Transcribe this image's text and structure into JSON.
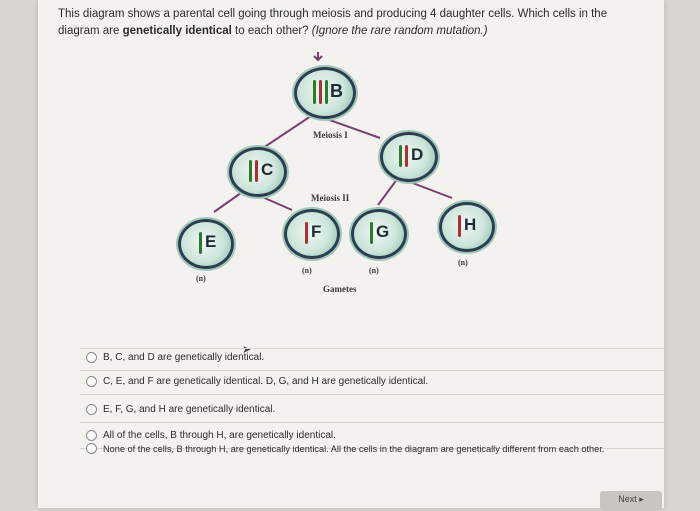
{
  "question": {
    "text": "This diagram shows a parental cell going through meiosis and producing 4 daughter cells. Which cells in the diagram are ",
    "emphasis": "genetically identical",
    "text_end": " to each other? ",
    "note": "(Ignore the rare random mutation.)"
  },
  "diagram": {
    "cells": {
      "B": "B",
      "C": "C",
      "D": "D",
      "E": "E",
      "F": "F",
      "G": "G",
      "H": "H"
    },
    "labels": {
      "meiosis1": "Meiosis I",
      "meiosis2": "Meiosis II",
      "gametes": "Gametes",
      "n_E": "(n)",
      "n_F": "(n)",
      "n_G": "(n)",
      "n_H": "(n)"
    },
    "colors": {
      "line": "#7a3f6e",
      "chromosome_green": "#2d7a2d",
      "chromosome_red": "#b03030"
    }
  },
  "options": [
    "B, C, and D are genetically identical.",
    "C, E, and F are genetically identical.  D, G, and H are genetically identical.",
    "E, F, G, and H are genetically identical.",
    "All of the cells, B through H, are genetically identical.",
    "None of the cells, B through H, are genetically identical.  All the cells in the diagram are genetically different from each other."
  ],
  "next_button": "Next ▸"
}
